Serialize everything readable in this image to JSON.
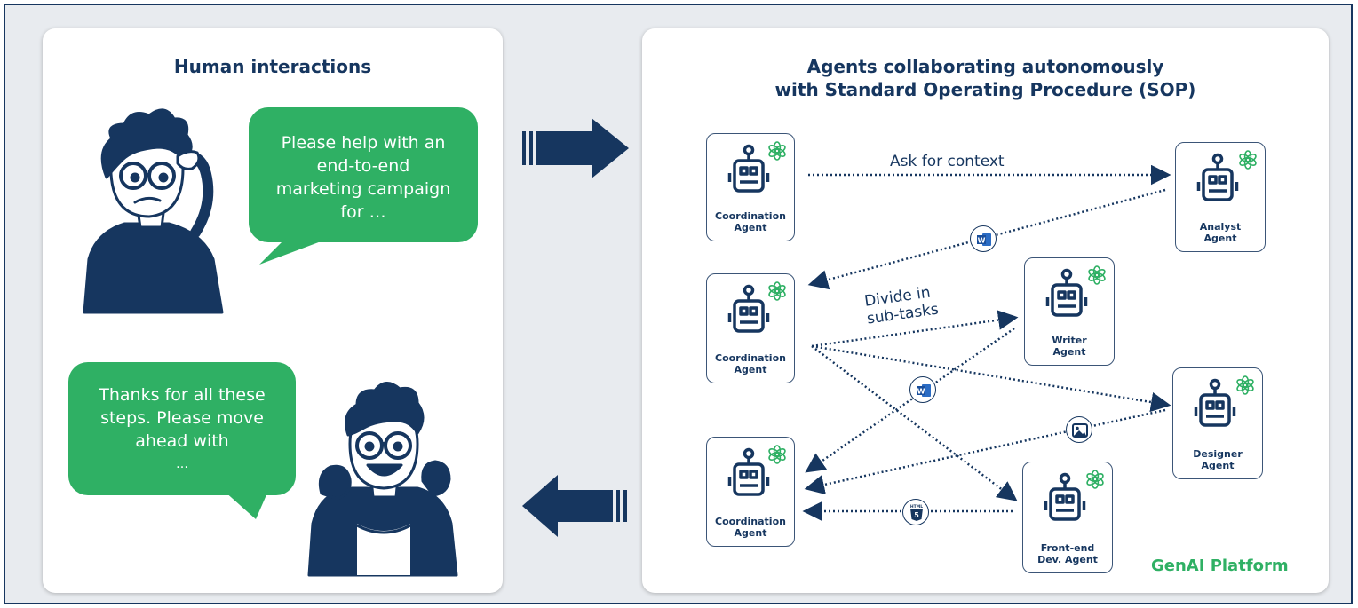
{
  "left_panel": {
    "title": "Human interactions",
    "bubble_request": [
      "Please help with an",
      "end-to-end",
      "marketing campaign",
      "for …"
    ],
    "bubble_thanks": [
      "Thanks for all these",
      "steps. Please move",
      "ahead with",
      "…"
    ]
  },
  "right_panel": {
    "title_line1": "Agents collaborating autonomously",
    "title_line2": "with Standard Operating Procedure (SOP)",
    "messages": {
      "ask_context": "Ask for context",
      "divide_line1": "Divide in",
      "divide_line2": "sub-tasks"
    },
    "agents": {
      "coordination_1": [
        "Coordination",
        "Agent"
      ],
      "coordination_2": [
        "Coordination",
        "Agent"
      ],
      "coordination_3": [
        "Coordination",
        "Agent"
      ],
      "analyst": [
        "Analyst",
        "Agent"
      ],
      "writer": [
        "Writer",
        "Agent"
      ],
      "designer": [
        "Designer",
        "Agent"
      ],
      "frontend": [
        "Front-end",
        "Dev. Agent"
      ]
    },
    "badges": {
      "word_letter": "W",
      "html_label": "HTML"
    },
    "platform_label": "GenAI Platform"
  },
  "icons": [
    "robot-icon",
    "openai-logo-icon",
    "word-document-icon",
    "image-icon",
    "html5-icon",
    "arrow-right-icon",
    "arrow-left-icon"
  ],
  "colors": {
    "navy": "#16365f",
    "bubble_green": "#2fb064",
    "platform_green": "#2fb064",
    "background": "#e8ebef"
  }
}
